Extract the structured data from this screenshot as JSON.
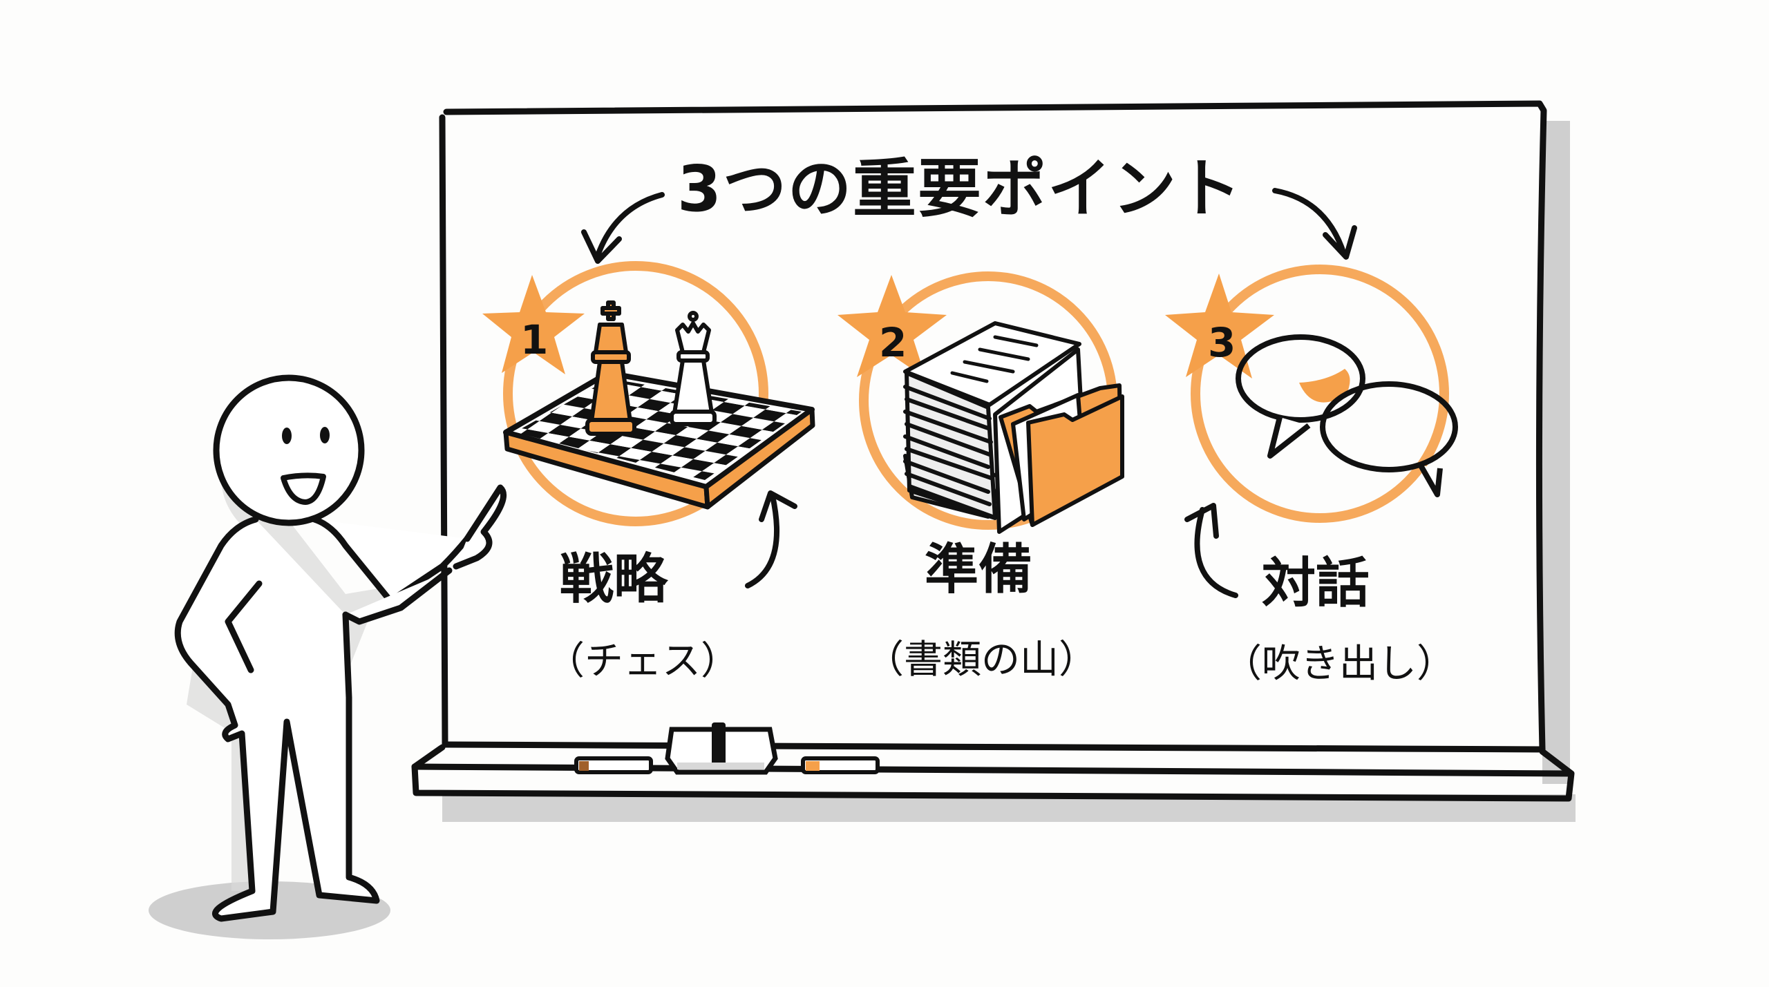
{
  "board": {
    "title": "3つの重要ポイント"
  },
  "points": [
    {
      "number": "1",
      "label": "戦略",
      "sub": "（チェス）",
      "icon": "chess-board-icon"
    },
    {
      "number": "2",
      "label": "準備",
      "sub": "（書類の山）",
      "icon": "document-stack-icon"
    },
    {
      "number": "3",
      "label": "対話",
      "sub": "（吹き出し）",
      "icon": "speech-bubbles-icon"
    }
  ],
  "colors": {
    "accent_orange": "#F5A04A",
    "ink": "#111111",
    "shadow_gray": "#c9c9c9",
    "paper": "#fdfdfc"
  }
}
